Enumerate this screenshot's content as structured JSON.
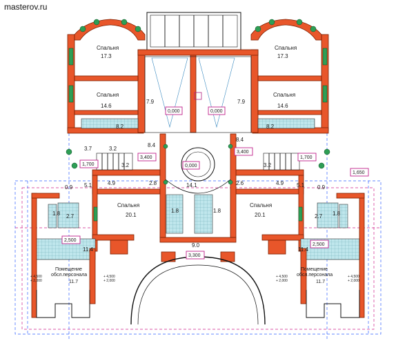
{
  "watermark": "masterov.ru",
  "rooms": {
    "bedroom_label": "Спальня",
    "room_label_line1": "Помещение",
    "room_label_line2": "обсл.персонала",
    "nw_bedroom_area": "17.3",
    "ne_bedroom_area": "17.3",
    "w_bedroom_area": "14.6",
    "e_bedroom_area": "14.6",
    "hall_w_area": "7.9",
    "hall_e_area": "7.9",
    "bath_w_area": "8.2",
    "bath_e_area": "8.2",
    "corr_w_area": "8.4",
    "corr_e_area": "8.4",
    "stair_w_left": "3.7",
    "stair_w_mid": "3.2",
    "stair_w_low": "3.2",
    "stair_e_mid": "3.2",
    "small_w_area": "5.1",
    "small_e_area": "5.1",
    "lobby_w_area": "4.9",
    "lobby_e_area": "4.9",
    "wc_w_area": "2.8",
    "wc_e_area": "2.6",
    "center_area": "14.1",
    "bath_c_left": "1.8",
    "bath_c_right": "1.8",
    "sw_bedroom_area": "20.1",
    "se_bedroom_area": "20.1",
    "nook_w_area": "0.9",
    "nook_e_area": "0.9",
    "bath_sw_a": "1.8",
    "bath_sw_b": "2.7",
    "bath_se_a": "2.7",
    "bath_se_b": "1.8",
    "staff_w_hall": "11.4",
    "staff_e_hall": "11.4",
    "staff_w_area": "11.7",
    "staff_e_area": "11.7",
    "bottom_hall": "9.0"
  },
  "level_marks": {
    "void_w": "0,000",
    "void_e": "0,000",
    "center": "0,000",
    "stair_w": "3,400",
    "stair_e": "3,400",
    "gallery_w": "1,700",
    "gallery_e": "1,700",
    "outer_e": "1,650",
    "staff_w": "2,500",
    "staff_e": "2,500",
    "bottom": "3,300",
    "roof_w_a": "+ 4,500",
    "roof_w_b": "+ 2,000",
    "roof_w_c": "+ 4,500",
    "roof_w_d": "+ 2,000",
    "roof_e_a": "+ 4,500",
    "roof_e_b": "+ 2,000",
    "roof_e_c": "+ 4,500",
    "roof_e_d": "+ 2,000"
  }
}
